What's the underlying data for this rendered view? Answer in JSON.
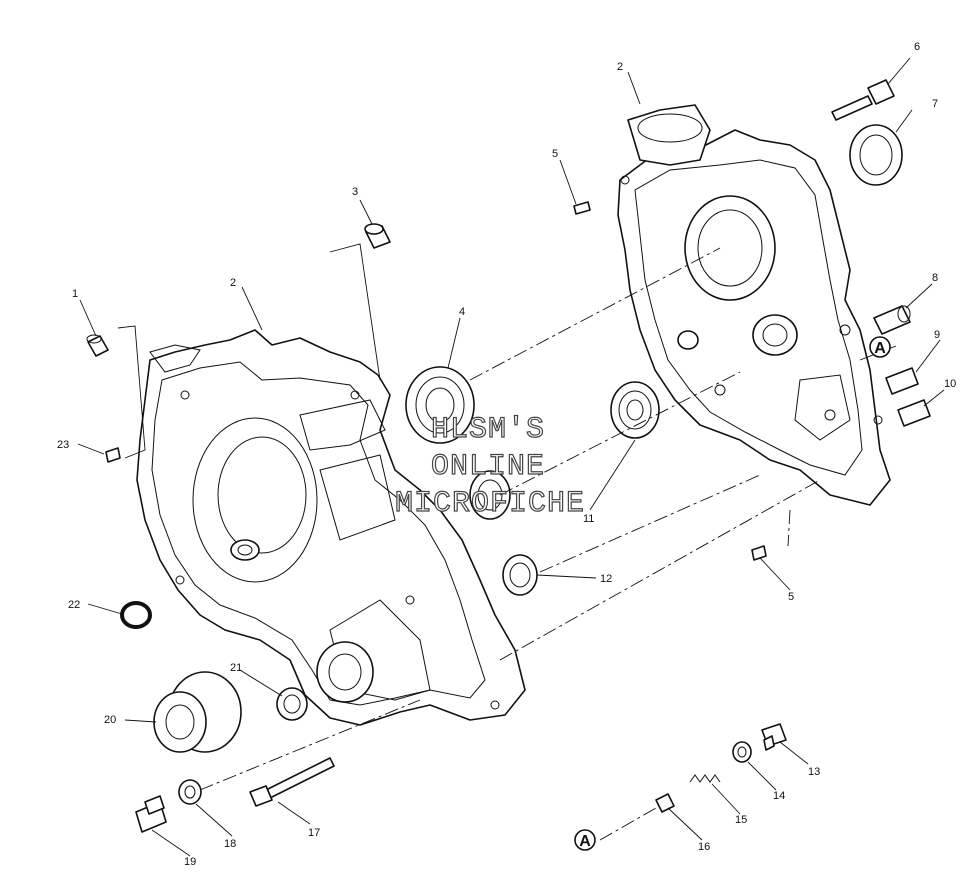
{
  "callouts": {
    "c1": "1",
    "c2a": "2",
    "c2b": "2",
    "c3": "3",
    "c4": "4",
    "c5a": "5",
    "c5b": "5",
    "c6": "6",
    "c7": "7",
    "c8": "8",
    "c9": "9",
    "c10": "10",
    "c11": "11",
    "c12": "12",
    "c13": "13",
    "c14": "14",
    "c15": "15",
    "c16": "16",
    "c17": "17",
    "c18": "18",
    "c19": "19",
    "c20": "20",
    "c21": "21",
    "c22": "22",
    "c23": "23"
  },
  "markers": {
    "a_upper": "A",
    "a_lower": "A"
  },
  "watermark": {
    "line1": "HLSM'S",
    "line2": "ONLINE",
    "line3": "MICROFICHE"
  }
}
